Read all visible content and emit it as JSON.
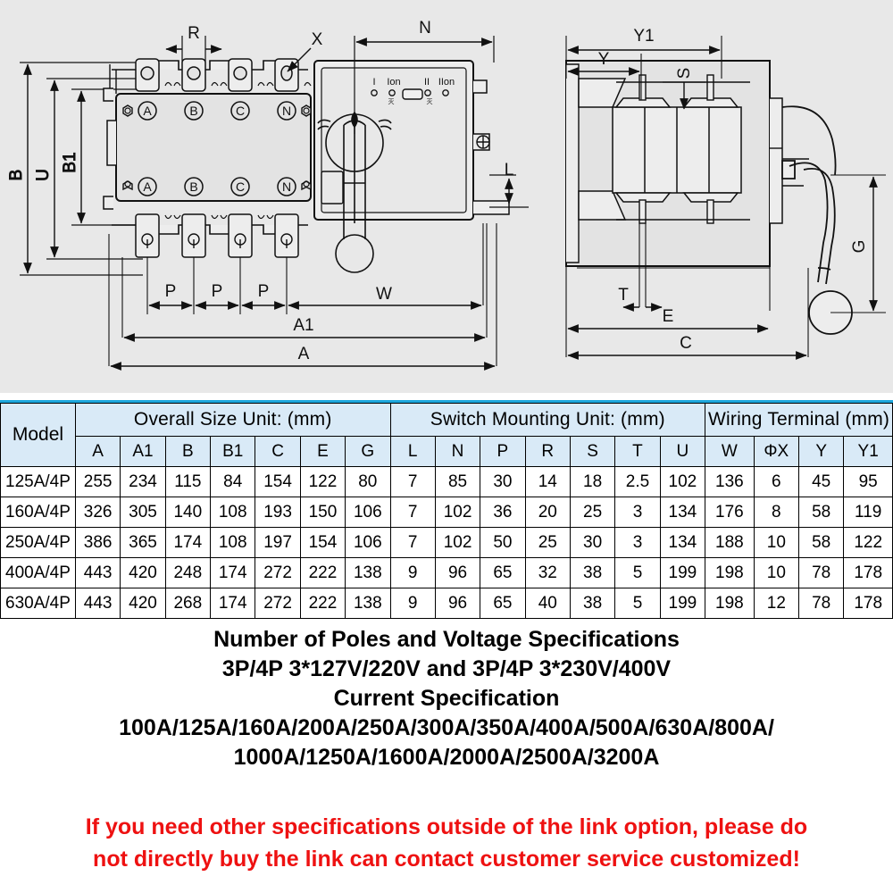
{
  "drawing": {
    "background_color": "#e8e8e8",
    "front_view": {
      "vertical_dims": [
        "B",
        "U",
        "B1"
      ],
      "top_dims": [
        "R",
        "X",
        "N"
      ],
      "bottom_dims": [
        "P",
        "P",
        "P",
        "W",
        "A1",
        "A"
      ],
      "inner_dim": "L",
      "terminal_labels_top": [
        "A",
        "B",
        "C",
        "N"
      ],
      "terminal_labels_bottom": [
        "A",
        "B",
        "C",
        "N"
      ],
      "panel_indicators": [
        "I",
        "Ion",
        "II",
        "IIon"
      ],
      "panel_sub_left": "灭",
      "panel_sub_right": "灭"
    },
    "side_view": {
      "top_dims": [
        "Y1",
        "Y",
        "S"
      ],
      "bottom_dims": [
        "T",
        "E",
        "C"
      ],
      "right_dim": "G"
    }
  },
  "table": {
    "groups": [
      {
        "label": "Model",
        "span": 1
      },
      {
        "label": "Overall Size Unit: (mm)",
        "span": 7
      },
      {
        "label": "Switch Mounting Unit: (mm)",
        "span": 7
      },
      {
        "label": "Wiring Terminal (mm)",
        "span": 4
      }
    ],
    "columns": [
      "A",
      "A1",
      "B",
      "B1",
      "C",
      "E",
      "G",
      "L",
      "N",
      "P",
      "R",
      "S",
      "T",
      "U",
      "W",
      "ΦX",
      "Y",
      "Y1"
    ],
    "rows": [
      {
        "model": "125A/4P",
        "values": [
          "255",
          "234",
          "115",
          "84",
          "154",
          "122",
          "80",
          "7",
          "85",
          "30",
          "14",
          "18",
          "2.5",
          "102",
          "136",
          "6",
          "45",
          "95"
        ]
      },
      {
        "model": "160A/4P",
        "values": [
          "326",
          "305",
          "140",
          "108",
          "193",
          "150",
          "106",
          "7",
          "102",
          "36",
          "20",
          "25",
          "3",
          "134",
          "176",
          "8",
          "58",
          "119"
        ]
      },
      {
        "model": "250A/4P",
        "values": [
          "386",
          "365",
          "174",
          "108",
          "197",
          "154",
          "106",
          "7",
          "102",
          "50",
          "25",
          "30",
          "3",
          "134",
          "188",
          "10",
          "58",
          "122"
        ]
      },
      {
        "model": "400A/4P",
        "values": [
          "443",
          "420",
          "248",
          "174",
          "272",
          "222",
          "138",
          "9",
          "96",
          "65",
          "32",
          "38",
          "5",
          "199",
          "198",
          "10",
          "78",
          "178"
        ]
      },
      {
        "model": "630A/4P",
        "values": [
          "443",
          "420",
          "268",
          "174",
          "272",
          "222",
          "138",
          "9",
          "96",
          "65",
          "40",
          "38",
          "5",
          "199",
          "198",
          "12",
          "78",
          "178"
        ]
      }
    ],
    "header_bg": "#d9eaf7",
    "accent_color": "#1ca7dd"
  },
  "notes": {
    "lines": [
      "Number of Poles and Voltage Specifications",
      "3P/4P 3*127V/220V and 3P/4P 3*230V/400V",
      "Current Specification",
      "100A/125A/160A/200A/250A/300A/350A/400A/500A/630A/800A/",
      "1000A/1250A/1600A/2000A/2500A/3200A"
    ]
  },
  "warning": {
    "color": "#ee1111",
    "lines": [
      "If you need other specifications outside of the link option, please do",
      "not directly buy the link can contact customer service customized!"
    ]
  }
}
